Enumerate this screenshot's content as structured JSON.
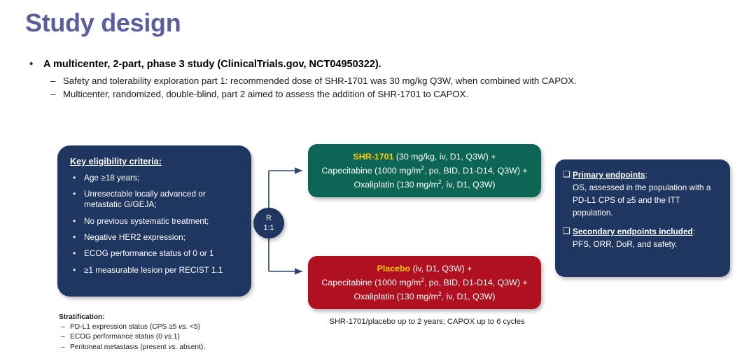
{
  "title": "Study design",
  "bullets": [
    {
      "marker": "•",
      "text": "A multicenter, 2-part, phase 3 study (ClinicalTrials.gov, NCT04950322).",
      "sub": [
        {
          "marker": "–",
          "text": "Safety and tolerability exploration part 1: recommended dose of SHR-1701 was 30 mg/kg Q3W, when combined with CAPOX."
        },
        {
          "marker": "–",
          "text": "Multicenter, randomized, double-blind, part 2 aimed to assess the addition of SHR-1701 to CAPOX."
        }
      ]
    }
  ],
  "eligibility": {
    "heading": "Key eligibility criteria:",
    "bullet_marker": "•",
    "items": [
      "Age ≥18 years;",
      "Unresectable locally advanced or metastatic G/GEJA;",
      "No previous systematic treatment;",
      "Negative HER2 expression;",
      "ECOG performance status of 0 or 1",
      "≥1 measurable lesion per RECIST 1.1"
    ]
  },
  "randomization": {
    "label": "R",
    "ratio": "1:1"
  },
  "arms": [
    {
      "id": "experimental-arm",
      "color": "#0d6655",
      "drug_name": "SHR-1701",
      "drug_dose": " (30 mg/kg, iv, D1, Q3W) +",
      "line2_pre": "Capecitabine (1000 mg/m",
      "line2_sup": "2",
      "line2_post": ", po, BID, D1-D14, Q3W) +",
      "line3_pre": "Oxaliplatin  (130 mg/m",
      "line3_sup": "2",
      "line3_post": ", iv, D1, Q3W)"
    },
    {
      "id": "control-arm",
      "color": "#b01020",
      "drug_name": "Placebo",
      "drug_dose": " (iv, D1, Q3W) +",
      "line2_pre": "Capecitabine (1000 mg/m",
      "line2_sup": "2",
      "line2_post": ", po, BID, D1-D14, Q3W) +",
      "line3_pre": "Oxaliplatin  (130 mg/m",
      "line3_sup": "2",
      "line3_post": ", iv, D1, Q3W)"
    }
  ],
  "treatment_caption": "SHR-1701/placebo up to 2 years; CAPOX up to 6 cycles",
  "endpoints": {
    "checkbox": "❑",
    "items": [
      {
        "heading": "Primary endpoints",
        "colon": ":",
        "body": "OS, assessed in the population with a PD-L1 CPS of ≥5 and the ITT population."
      },
      {
        "heading": "Secondary endpoints included",
        "colon": ":",
        "body": "PFS, ORR, DoR, and safety."
      }
    ]
  },
  "stratification": {
    "title": "Stratification:",
    "dash": "–",
    "rows": [
      {
        "pre": "PD-L1 expression status (CPS ≥5 ",
        "em": "vs.",
        "post": " <5)"
      },
      {
        "pre": "ECOG performance status (0 ",
        "em": "vs.",
        "post": "1)"
      },
      {
        "pre": "Peritoneal metastasis (present ",
        "em": "vs.",
        "post": " absent)."
      }
    ]
  },
  "colors": {
    "title": "#5b5e9b",
    "navy": "#1f3660",
    "green": "#0d6655",
    "red": "#b01020",
    "gold": "#ffcc00"
  }
}
